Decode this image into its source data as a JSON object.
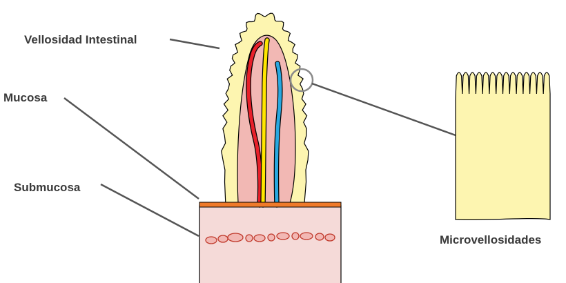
{
  "labels": {
    "villus": "Vellosidad Intestinal",
    "mucosa": "Mucosa",
    "submucosa": "Submucosa",
    "microvilli": "Microvellosidades"
  },
  "colors": {
    "outline": "#000000",
    "leader_line": "#555555",
    "epithelium": "#fdf5b0",
    "villus_core": "#f2b8b4",
    "submucosa_tissue": "#f5dad8",
    "mucosa_band": "#ef7a2a",
    "artery": "#e8202a",
    "lacteal": "#ffe600",
    "vein": "#29a8e0",
    "zoom_circle": "#8a8a8a"
  }
}
